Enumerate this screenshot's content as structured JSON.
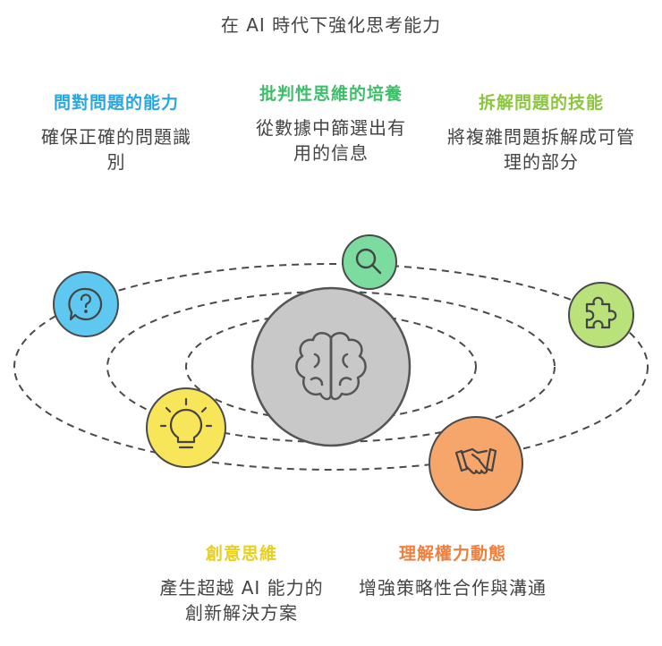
{
  "title": "在 AI 時代下強化思考能力",
  "colors": {
    "blue": "#2aa7de",
    "green": "#3dbf6a",
    "lime": "#8cc63f",
    "yellow": "#e8cf1e",
    "orange": "#f07f3c",
    "center_fill": "#c8c8c8",
    "center_stroke": "#555555"
  },
  "items": {
    "question": {
      "heading": "問對問題的能力",
      "desc": "確保正確的問題識別",
      "icon": "question-bubble-icon"
    },
    "critical": {
      "heading": "批判性思維的培養",
      "desc": "從數據中篩選出有用的信息",
      "icon": "magnifier-icon"
    },
    "decompose": {
      "heading": "拆解問題的技能",
      "desc": "將複雜問題拆解成可管理的部分",
      "icon": "puzzle-icon"
    },
    "creative": {
      "heading": "創意思維",
      "desc": "產生超越 AI 能力的創新解決方案",
      "icon": "lightbulb-icon"
    },
    "power": {
      "heading": "理解權力動態",
      "desc": "增強策略性合作與溝通",
      "icon": "handshake-icon"
    }
  },
  "center": {
    "icon": "brain-icon"
  }
}
